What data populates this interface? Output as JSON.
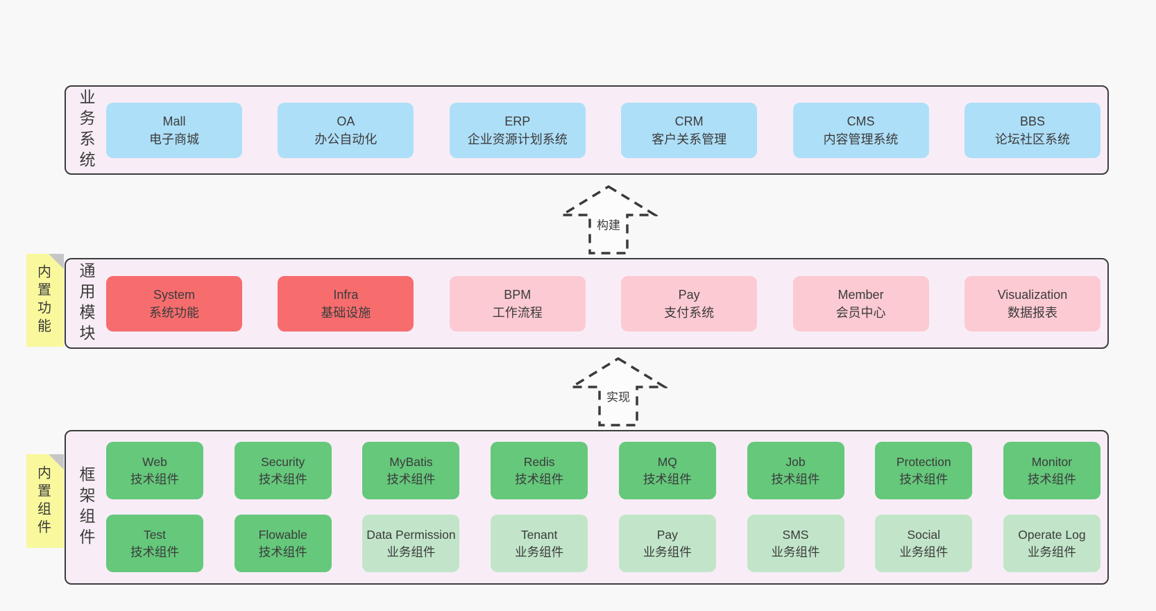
{
  "colors": {
    "page-bg": "#f8f8f8",
    "band-bg": "#f8edf6",
    "band-border": "#3c3c3c",
    "box-blue": "#aedff8",
    "box-red": "#f76d6e",
    "box-pink": "#fccad3",
    "box-green": "#65c87b",
    "box-green-light": "#c2e5c9",
    "sticky-yellow": "#f9f89c",
    "sticky-fold": "#c6c6c6",
    "text": "#3b3b3b",
    "arrow": "#3a3a3a"
  },
  "arrows": [
    {
      "label": "构建"
    },
    {
      "label": "实现"
    }
  ],
  "bands": [
    {
      "label": "业务系统",
      "boxes": [
        {
          "title": "Mall",
          "subtitle": "电子商城"
        },
        {
          "title": "OA",
          "subtitle": "办公自动化"
        },
        {
          "title": "ERP",
          "subtitle": "企业资源计划系统"
        },
        {
          "title": "CRM",
          "subtitle": "客户关系管理"
        },
        {
          "title": "CMS",
          "subtitle": "内容管理系统"
        },
        {
          "title": "BBS",
          "subtitle": "论坛社区系统"
        }
      ]
    },
    {
      "label": "通用模块",
      "sticky": "内置功能",
      "boxes": [
        {
          "title": "System",
          "subtitle": "系统功能"
        },
        {
          "title": "Infra",
          "subtitle": "基础设施"
        },
        {
          "title": "BPM",
          "subtitle": "工作流程"
        },
        {
          "title": "Pay",
          "subtitle": "支付系统"
        },
        {
          "title": "Member",
          "subtitle": "会员中心"
        },
        {
          "title": "Visualization",
          "subtitle": "数据报表"
        }
      ]
    },
    {
      "label": "框架组件",
      "sticky": "内置组件",
      "rows": [
        [
          {
            "title": "Web",
            "subtitle": "技术组件"
          },
          {
            "title": "Security",
            "subtitle": "技术组件"
          },
          {
            "title": "MyBatis",
            "subtitle": "技术组件"
          },
          {
            "title": "Redis",
            "subtitle": "技术组件"
          },
          {
            "title": "MQ",
            "subtitle": "技术组件"
          },
          {
            "title": "Job",
            "subtitle": "技术组件"
          },
          {
            "title": "Protection",
            "subtitle": "技术组件"
          },
          {
            "title": "Monitor",
            "subtitle": "技术组件"
          }
        ],
        [
          {
            "title": "Test",
            "subtitle": "技术组件"
          },
          {
            "title": "Flowable",
            "subtitle": "技术组件"
          },
          {
            "title": "Data Permission",
            "subtitle": "业务组件"
          },
          {
            "title": "Tenant",
            "subtitle": "业务组件"
          },
          {
            "title": "Pay",
            "subtitle": "业务组件"
          },
          {
            "title": "SMS",
            "subtitle": "业务组件"
          },
          {
            "title": "Social",
            "subtitle": "业务组件"
          },
          {
            "title": "Operate Log",
            "subtitle": "业务组件"
          }
        ]
      ]
    }
  ]
}
